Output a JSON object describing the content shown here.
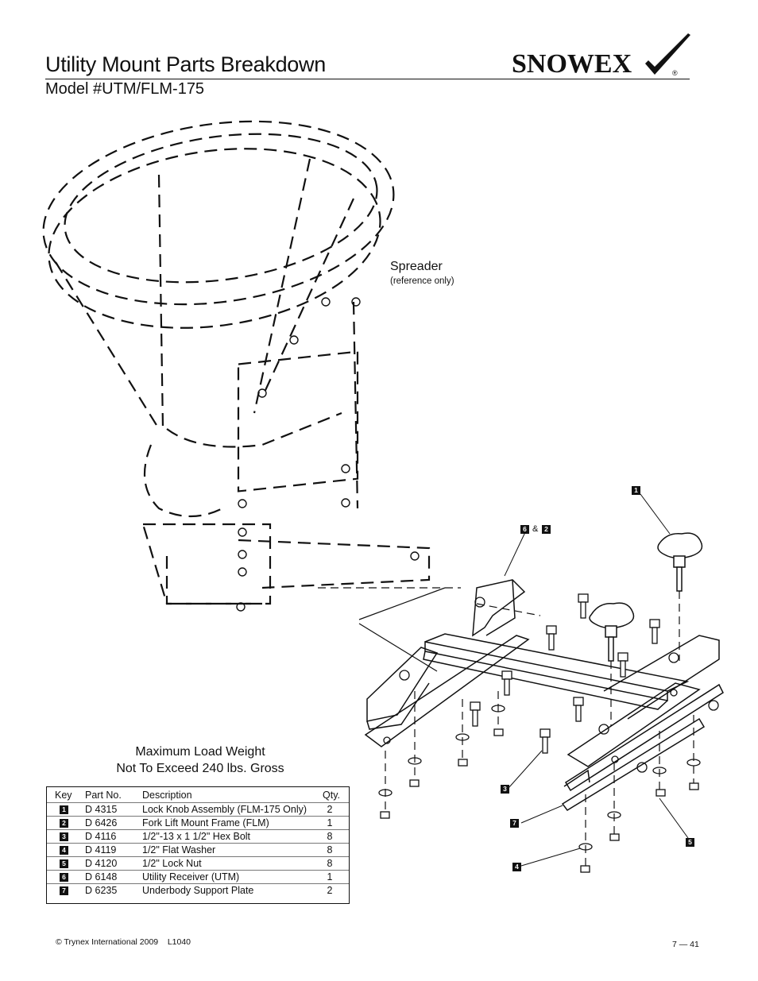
{
  "header": {
    "title": "Utility Mount Parts Breakdown",
    "subtitle": "Model #UTM/FLM-175",
    "brand": "SNOWEX",
    "brand_mark": "®"
  },
  "labels": {
    "spreader": "Spreader",
    "spreader_note": "(reference only)",
    "max_load_line1": "Maximum Load Weight",
    "max_load_line2": "Not To Exceed 240 lbs. Gross"
  },
  "callouts": {
    "c1": "1",
    "c6": "6",
    "c6_amp": "&",
    "c2": "2",
    "c3": "3",
    "c7": "7",
    "c4": "4",
    "c5": "5"
  },
  "parts_table": {
    "headers": {
      "key": "Key",
      "part_no": "Part No.",
      "description": "Description",
      "qty": "Qty."
    },
    "rows": [
      {
        "key": "1",
        "part_no": "D 4315",
        "description": "Lock Knob Assembly (FLM-175 Only)",
        "qty": "2"
      },
      {
        "key": "2",
        "part_no": "D 6426",
        "description": "Fork Lift Mount Frame (FLM)",
        "qty": "1"
      },
      {
        "key": "3",
        "part_no": "D 4116",
        "description": "1/2\"-13 x 1 1/2\" Hex Bolt",
        "qty": "8"
      },
      {
        "key": "4",
        "part_no": "D 4119",
        "description": "1/2\" Flat Washer",
        "qty": "8"
      },
      {
        "key": "5",
        "part_no": "D 4120",
        "description": "1/2\" Lock Nut",
        "qty": "8"
      },
      {
        "key": "6",
        "part_no": "D 6148",
        "description": "Utility Receiver (UTM)",
        "qty": "1"
      },
      {
        "key": "7",
        "part_no": "D 6235",
        "description": "Underbody Support Plate",
        "qty": "2"
      }
    ]
  },
  "footer": {
    "copyright": "© Trynex International 2009    L1040",
    "page": "7 — 41"
  }
}
